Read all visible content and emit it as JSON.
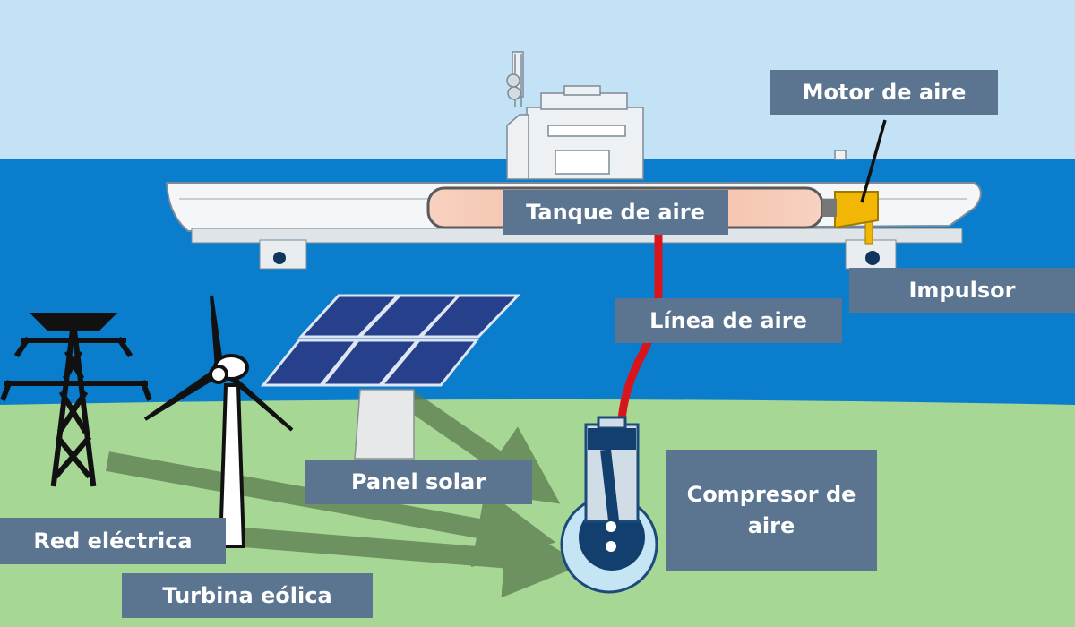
{
  "labels": {
    "motor_de_aire": "Motor de aire",
    "tanque_de_aire": "Tanque de aire",
    "impulsor": "Impulsor",
    "linea_de_aire": "Línea de aire",
    "panel_solar": "Panel solar",
    "compresor_de_aire": "Compresor de aire",
    "red_electrica": "Red eléctrica",
    "turbina_eolica": "Turbina eólica"
  },
  "colors": {
    "sky": "#c3e2f5",
    "sea": "#0a7dcc",
    "ground": "#a6d795",
    "label_bg": "#5b7490",
    "label_text": "#ffffff",
    "air_line": "#d8151c",
    "tank": "#f7cdb8",
    "air_motor": "#f2b705",
    "arrow": "#5b7a4e",
    "compressor": "#123f6e"
  }
}
